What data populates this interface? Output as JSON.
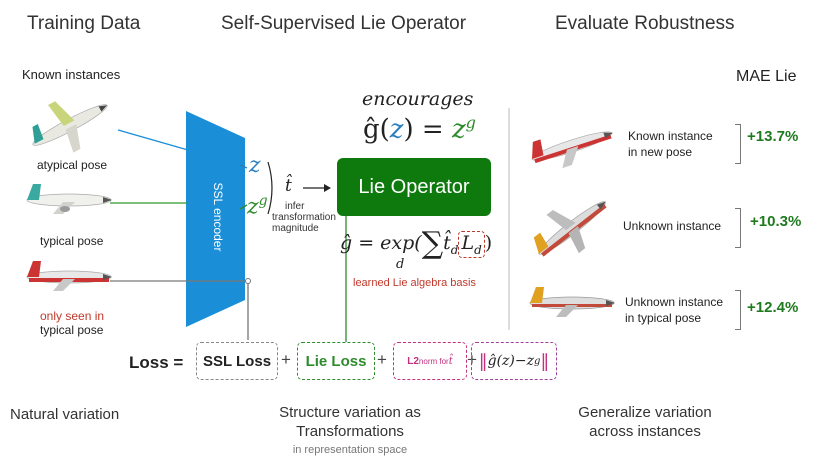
{
  "headers": {
    "training": "Training Data",
    "operator": "Self-Supervised Lie Operator",
    "evaluate": "Evaluate Robustness"
  },
  "training": {
    "known_instances": "Known instances",
    "atypical_pose": "atypical pose",
    "typical_pose": "typical pose",
    "only_seen_line1": "only seen in",
    "only_seen_line2": "typical pose",
    "natural_variation": "Natural variation"
  },
  "encoder": {
    "label": "SSL encoder",
    "z": "z",
    "zg_base": "z",
    "zg_sup": "g",
    "that": "t̂",
    "infer_line1": "infer",
    "infer_line2": "transformation",
    "infer_line3": "magnitude"
  },
  "operator": {
    "encourages": "encourages",
    "eq_left": "ĝ(",
    "eq_z": "z",
    "eq_right": ") = ",
    "eq_zg": "z",
    "eq_zg_sup": "g",
    "box_label": "Lie Operator",
    "formula_left": "ĝ = exp(",
    "formula_sum": "∑",
    "formula_sub": "d",
    "formula_t": "t̂",
    "formula_td": "d",
    "formula_L": "L",
    "formula_Ld": "d",
    "formula_close": ")",
    "basis_label": "learned Lie algebra basis"
  },
  "loss": {
    "label": "Loss =",
    "ssl": "SSL Loss",
    "plus": "+",
    "lie": "Lie Loss",
    "l2_a": "L2",
    "l2_b": " norm for ",
    "l2_c": "t̂",
    "norm_text": "ĝ(z)−z",
    "norm_sup": "g"
  },
  "structure": {
    "line1": "Structure variation as",
    "line2": "Transformations",
    "line3": "in representation space"
  },
  "evaluate": {
    "mae_lie": "MAE Lie",
    "rows": [
      {
        "line1": "Known instance",
        "line2": "in new pose",
        "pct": "+13.7%"
      },
      {
        "line1": "Unknown instance",
        "line2": "",
        "pct": "+10.3%"
      },
      {
        "line1": "Unknown instance",
        "line2": "in typical pose",
        "pct": "+12.4%"
      }
    ],
    "generalize_line1": "Generalize variation",
    "generalize_line2": "across instances"
  },
  "colors": {
    "encoder_blue": "#1a8fd8",
    "lie_green": "#0e7a0e",
    "loss_green": "#2e8b2e",
    "basis_red": "#c0392b",
    "l2_magenta": "#c2307f",
    "z_blue": "#2a7fbf"
  },
  "icons": [
    "airplane-icon"
  ]
}
